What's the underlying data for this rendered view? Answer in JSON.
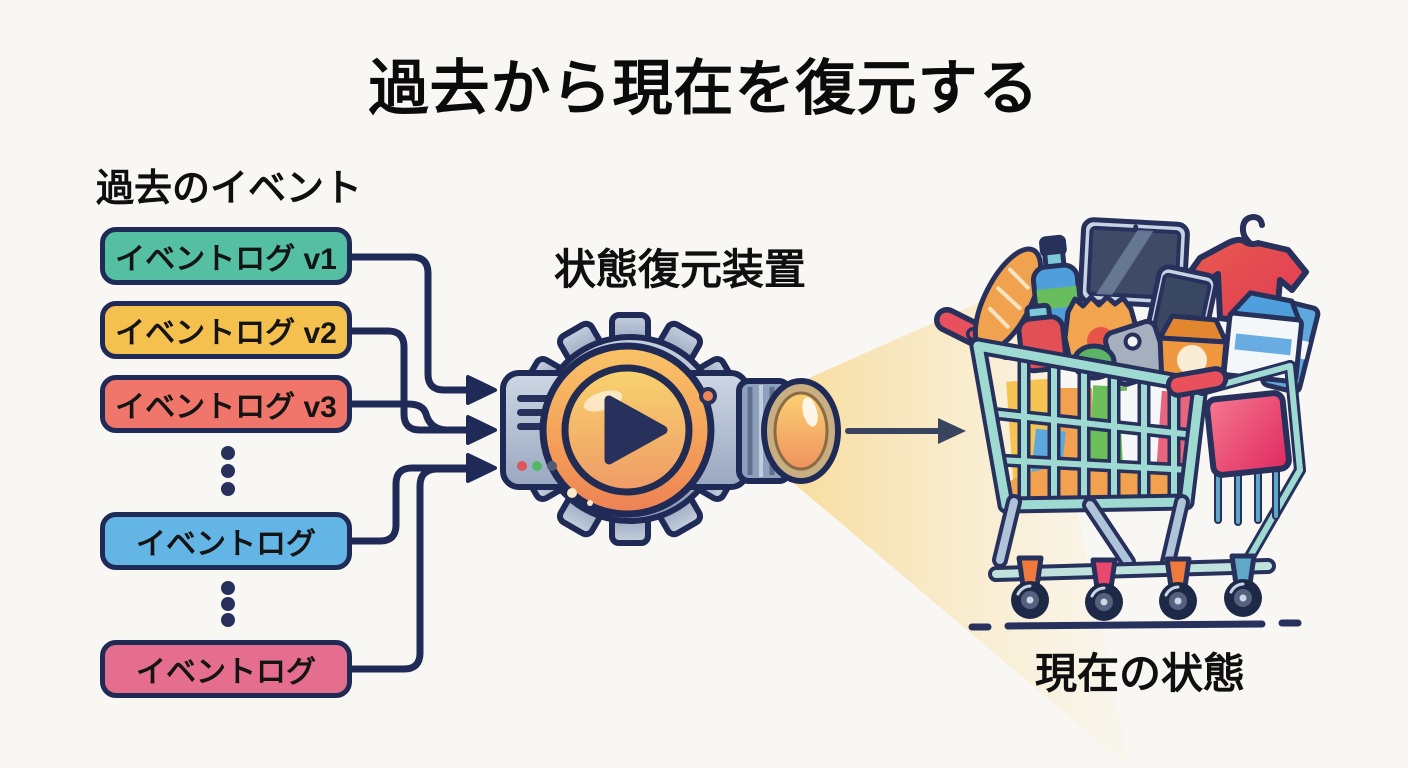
{
  "title": "過去から現在を復元する",
  "left_panel": {
    "heading": "過去のイベント",
    "event_boxes": [
      {
        "label": "イベントログ v1",
        "color": "#54BFA2"
      },
      {
        "label": "イベントログ v2",
        "color": "#F4C14F"
      },
      {
        "label": "イベントログ v3",
        "color": "#F0756A"
      },
      {
        "label": "イベントログ",
        "color": "#62B5E5"
      },
      {
        "label": "イベントログ",
        "color": "#E56E8E"
      }
    ]
  },
  "center": {
    "heading": "状態復元装置",
    "device_icons": [
      "gear-icon",
      "play-icon",
      "projector-lens",
      "light-beam"
    ]
  },
  "right": {
    "heading": "現在の状態",
    "illustration": "shopping-cart-full-of-items",
    "cart_items": [
      "baguette",
      "water-bottle",
      "tablet",
      "snack-bag",
      "smartphone",
      "t-shirt-on-hanger",
      "milk-carton",
      "juice-carton",
      "price-tag",
      "ketchup-bottle",
      "lime"
    ]
  },
  "colors": {
    "background": "#F8F7F4",
    "outline_navy": "#1F2B56",
    "connector": "#1F2B56",
    "output_arrow": "#39445F",
    "beam": "#F7DB99",
    "gear_body": "#A9B6C9",
    "play_button_top": "#F7D06A",
    "play_button_bottom": "#EF9A66",
    "cart_frame_teal": "#9FDAD2",
    "cart_seat_pink": "#E83A66",
    "cart_handle_red": "#E8505B"
  }
}
